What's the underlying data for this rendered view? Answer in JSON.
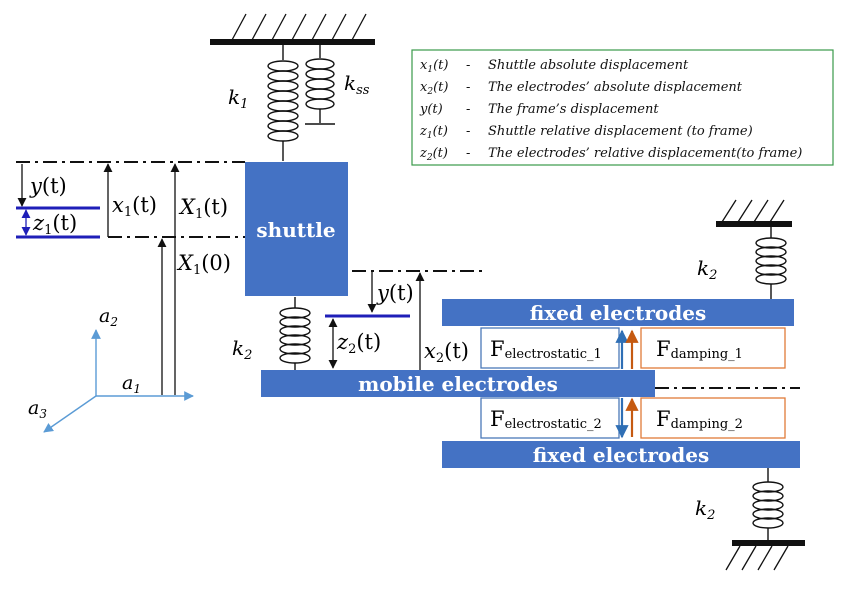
{
  "legend": {
    "rows": [
      {
        "sym": "x",
        "sub": "1",
        "arg": "(t)",
        "dash": "-",
        "desc": "Shuttle absolute displacement"
      },
      {
        "sym": "x",
        "sub": "2",
        "arg": "(t)",
        "dash": "-",
        "desc": "The electrodes’ absolute displacement"
      },
      {
        "sym": "y",
        "sub": "",
        "arg": "(t)",
        "dash": "-",
        "desc": "The frame’s displacement"
      },
      {
        "sym": "z",
        "sub": "1",
        "arg": "(t)",
        "dash": "-",
        "desc": "Shuttle relative displacement (to frame)"
      },
      {
        "sym": "z",
        "sub": "2",
        "arg": "(t)",
        "dash": "-",
        "desc": "The electrodes’ relative displacement(to frame)"
      }
    ],
    "border_color": "#3a9a4a"
  },
  "blocks": {
    "shuttle": "shuttle",
    "mobile": "mobile electrodes",
    "fixed_top": "fixed electrodes",
    "fixed_bottom": "fixed electrodes"
  },
  "springs": {
    "k1": {
      "sym": "k",
      "sub": "1"
    },
    "kss": {
      "sym": "k",
      "sub": "ss"
    },
    "k2_shuttle": {
      "sym": "k",
      "sub": "2"
    },
    "k2_top": {
      "sym": "k",
      "sub": "2"
    },
    "k2_bottom": {
      "sym": "k",
      "sub": "2"
    }
  },
  "labels": {
    "y_left": {
      "sym": "y",
      "arg": "(t)"
    },
    "z1": {
      "sym": "z",
      "sub": "1",
      "arg": "(t)"
    },
    "x1": {
      "sym": "x",
      "sub": "1",
      "arg": "(t)"
    },
    "X1t": {
      "sym": "X",
      "sub": "1",
      "arg": "(t)"
    },
    "X10": {
      "sym": "X",
      "sub": "1",
      "arg": "(0)"
    },
    "y_mid": {
      "sym": "y",
      "arg": "(t)"
    },
    "z2": {
      "sym": "z",
      "sub": "2",
      "arg": "(t)"
    },
    "x2": {
      "sym": "x",
      "sub": "2",
      "arg": "(t)"
    }
  },
  "axes": {
    "a1": {
      "sym": "a",
      "sub": "1"
    },
    "a2": {
      "sym": "a",
      "sub": "2"
    },
    "a3": {
      "sym": "a",
      "sub": "3"
    }
  },
  "forces": {
    "fe1": {
      "sym": "F",
      "sub": "electrostatic_1"
    },
    "fd1": {
      "sym": "F",
      "sub": "damping_1"
    },
    "fe2": {
      "sym": "F",
      "sub": "electrostatic_2"
    },
    "fd2": {
      "sym": "F",
      "sub": "damping_2"
    }
  },
  "colors": {
    "block": "#4472c4",
    "blue_line": "#1f1fb8",
    "arrow_blue": "#2f6fb5",
    "arrow_orange": "#c55a11",
    "damping_border": "#e07b39",
    "elec_border": "#4a78b8",
    "axis": "#5b9bd5"
  }
}
